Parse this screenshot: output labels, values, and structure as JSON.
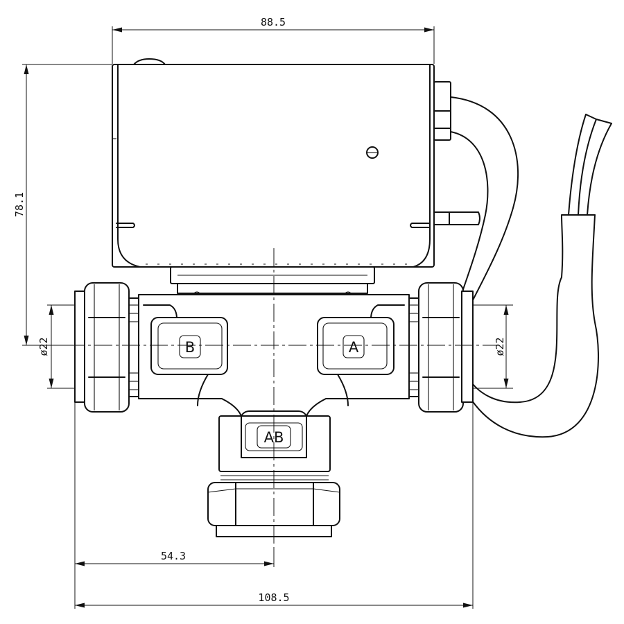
{
  "dimensions": {
    "actuator_width": "88.5",
    "overall_height": "78.1",
    "left_port_diameter": "ø22",
    "right_port_diameter": "ø22",
    "center_offset": "54.3",
    "overall_width": "108.5"
  },
  "ports": {
    "left": "B",
    "right": "A",
    "bottom": "AB"
  }
}
